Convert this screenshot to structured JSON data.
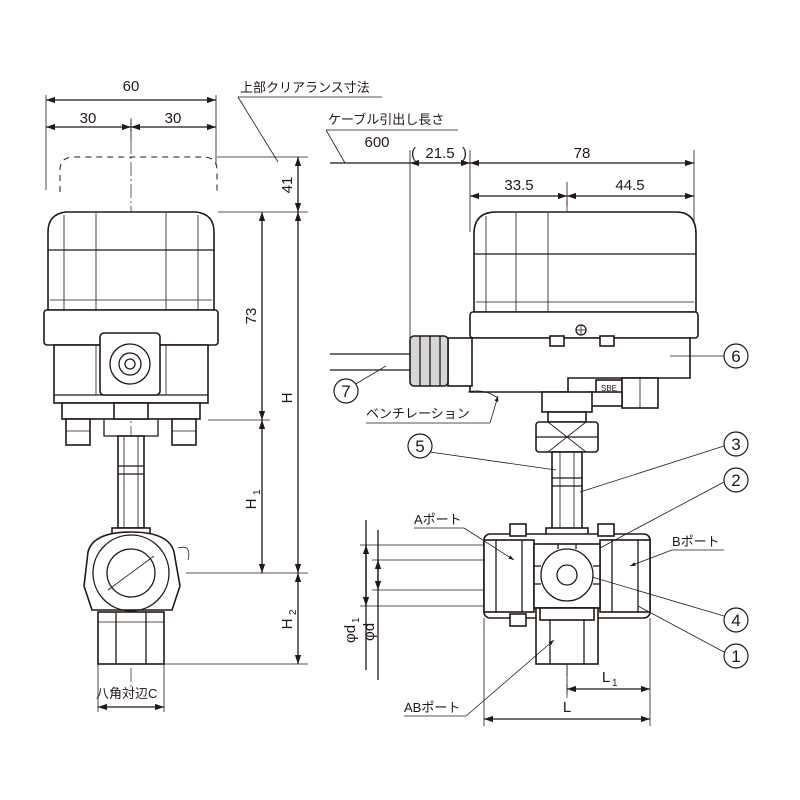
{
  "left_view": {
    "width_total": "60",
    "width_half_left": "30",
    "width_half_right": "30",
    "top_clearance_label": "上部クリアランス寸法",
    "top_clearance": "41",
    "actuator_height": "73",
    "height_H": "H",
    "height_H1": "H",
    "height_H1_sub": "1",
    "height_H2": "H",
    "height_H2_sub": "2",
    "hex_label": "八角対辺C"
  },
  "right_view": {
    "cable_label": "ケーブル引出し長さ",
    "cable_length": "600",
    "dim_21_5": "21.5",
    "dim_78": "78",
    "dim_33_5": "33.5",
    "dim_44_5": "44.5",
    "vent_label": "ベンチレーション",
    "a_port": "Aポート",
    "b_port": "Bポート",
    "ab_port": "ABポート",
    "phi_d1": "φd",
    "phi_d1_sub": "1",
    "phi_d": "φd",
    "L1": "L",
    "L1_sub": "1",
    "L": "L",
    "tag_text": "SBE"
  },
  "callouts": [
    "1",
    "2",
    "3",
    "4",
    "5",
    "6",
    "7"
  ]
}
